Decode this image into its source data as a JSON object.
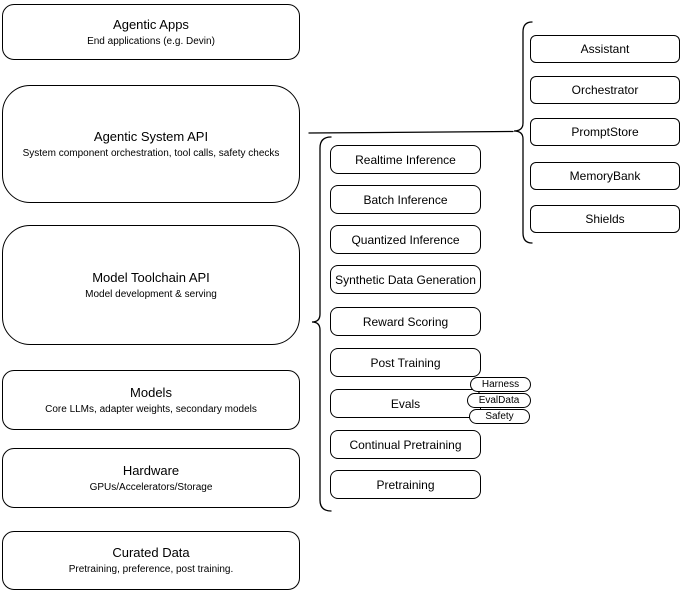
{
  "diagram": {
    "left_column": [
      {
        "title": "Agentic Apps",
        "subtitle": "End applications (e.g. Devin)"
      },
      {
        "title": "Agentic System API",
        "subtitle": "System component orchestration, tool calls, safety checks"
      },
      {
        "title": "Model Toolchain API",
        "subtitle": "Model development & serving"
      },
      {
        "title": "Models",
        "subtitle": "Core LLMs, adapter weights, secondary models"
      },
      {
        "title": "Hardware",
        "subtitle": "GPUs/Accelerators/Storage"
      },
      {
        "title": "Curated Data",
        "subtitle": "Pretraining, preference, post training."
      }
    ],
    "toolchain_services": [
      "Realtime Inference",
      "Batch Inference",
      "Quantized Inference",
      "Synthetic Data Generation",
      "Reward Scoring",
      "Post Training",
      "Evals",
      "Continual Pretraining",
      "Pretraining"
    ],
    "evals_tags": [
      "Harness",
      "EvalData",
      "Safety"
    ],
    "system_components": [
      "Assistant",
      "Orchestrator",
      "PromptStore",
      "MemoryBank",
      "Shields"
    ],
    "colors": {
      "stroke": "#000000",
      "background": "#ffffff",
      "fill": "#ffffff"
    }
  }
}
